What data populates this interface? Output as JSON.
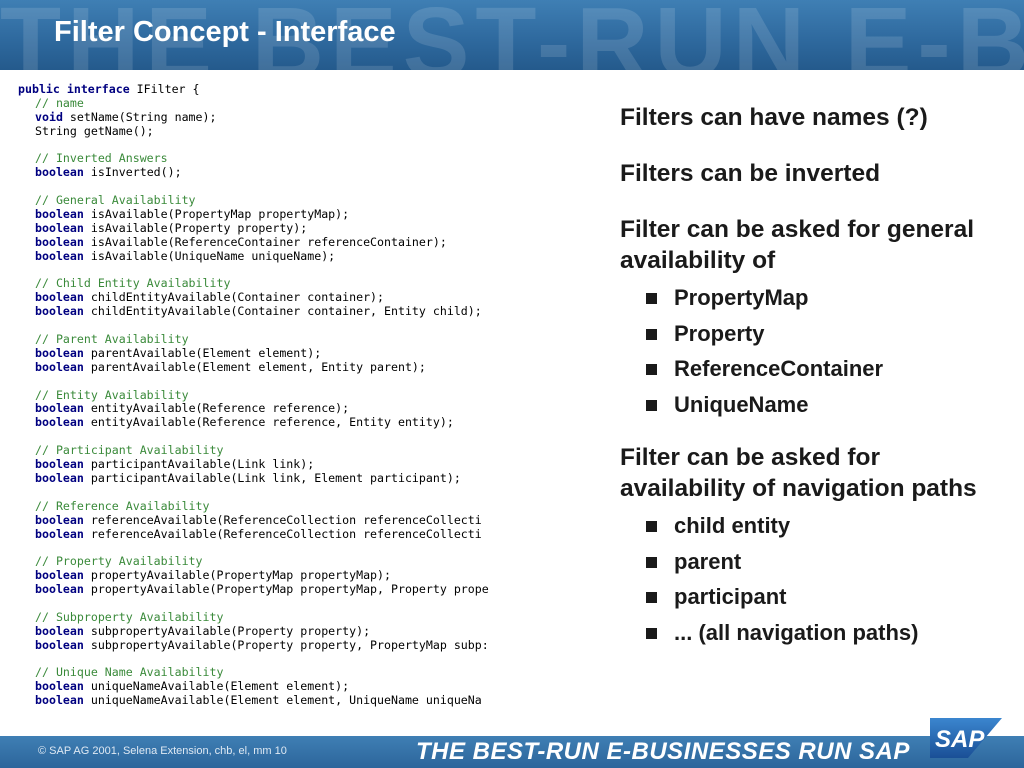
{
  "header": {
    "watermark": "THE BEST-RUN E-BUSINESSES",
    "title": "Filter Concept - Interface"
  },
  "code": {
    "lines": [
      {
        "type": "code",
        "indent": false,
        "keyword": "public interface",
        "rest": " IFilter {"
      },
      {
        "type": "comment",
        "indent": true,
        "text": "// name"
      },
      {
        "type": "code",
        "indent": true,
        "keyword": "void",
        "rest": " setName(String name);"
      },
      {
        "type": "code",
        "indent": true,
        "keyword": "",
        "rest": "String getName();"
      },
      {
        "type": "blank"
      },
      {
        "type": "comment",
        "indent": true,
        "text": "// Inverted Answers"
      },
      {
        "type": "code",
        "indent": true,
        "keyword": "boolean",
        "rest": " isInverted();"
      },
      {
        "type": "blank"
      },
      {
        "type": "comment",
        "indent": true,
        "text": "// General Availability"
      },
      {
        "type": "code",
        "indent": true,
        "keyword": "boolean",
        "rest": " isAvailable(PropertyMap propertyMap);"
      },
      {
        "type": "code",
        "indent": true,
        "keyword": "boolean",
        "rest": " isAvailable(Property property);"
      },
      {
        "type": "code",
        "indent": true,
        "keyword": "boolean",
        "rest": " isAvailable(ReferenceContainer referenceContainer);"
      },
      {
        "type": "code",
        "indent": true,
        "keyword": "boolean",
        "rest": " isAvailable(UniqueName uniqueName);"
      },
      {
        "type": "blank"
      },
      {
        "type": "comment",
        "indent": true,
        "text": "// Child Entity Availability"
      },
      {
        "type": "code",
        "indent": true,
        "keyword": "boolean",
        "rest": " childEntityAvailable(Container container);"
      },
      {
        "type": "code",
        "indent": true,
        "keyword": "boolean",
        "rest": " childEntityAvailable(Container container, Entity child);"
      },
      {
        "type": "blank"
      },
      {
        "type": "comment",
        "indent": true,
        "text": "// Parent Availability"
      },
      {
        "type": "code",
        "indent": true,
        "keyword": "boolean",
        "rest": " parentAvailable(Element element);"
      },
      {
        "type": "code",
        "indent": true,
        "keyword": "boolean",
        "rest": " parentAvailable(Element element, Entity parent);"
      },
      {
        "type": "blank"
      },
      {
        "type": "comment",
        "indent": true,
        "text": "// Entity Availability"
      },
      {
        "type": "code",
        "indent": true,
        "keyword": "boolean",
        "rest": " entityAvailable(Reference reference);"
      },
      {
        "type": "code",
        "indent": true,
        "keyword": "boolean",
        "rest": " entityAvailable(Reference reference, Entity entity);"
      },
      {
        "type": "blank"
      },
      {
        "type": "comment",
        "indent": true,
        "text": "// Participant Availability"
      },
      {
        "type": "code",
        "indent": true,
        "keyword": "boolean",
        "rest": " participantAvailable(Link link);"
      },
      {
        "type": "code",
        "indent": true,
        "keyword": "boolean",
        "rest": " participantAvailable(Link link, Element participant);"
      },
      {
        "type": "blank"
      },
      {
        "type": "comment",
        "indent": true,
        "text": "// Reference Availability"
      },
      {
        "type": "code",
        "indent": true,
        "keyword": "boolean",
        "rest": " referenceAvailable(ReferenceCollection referenceCollecti"
      },
      {
        "type": "code",
        "indent": true,
        "keyword": "boolean",
        "rest": " referenceAvailable(ReferenceCollection referenceCollecti"
      },
      {
        "type": "blank"
      },
      {
        "type": "comment",
        "indent": true,
        "text": "// Property Availability"
      },
      {
        "type": "code",
        "indent": true,
        "keyword": "boolean",
        "rest": " propertyAvailable(PropertyMap propertyMap);"
      },
      {
        "type": "code",
        "indent": true,
        "keyword": "boolean",
        "rest": " propertyAvailable(PropertyMap propertyMap, Property prope"
      },
      {
        "type": "blank"
      },
      {
        "type": "comment",
        "indent": true,
        "text": "// Subproperty Availability"
      },
      {
        "type": "code",
        "indent": true,
        "keyword": "boolean",
        "rest": " subpropertyAvailable(Property property);"
      },
      {
        "type": "code",
        "indent": true,
        "keyword": "boolean",
        "rest": " subpropertyAvailable(Property property, PropertyMap subp:"
      },
      {
        "type": "blank"
      },
      {
        "type": "comment",
        "indent": true,
        "text": "// Unique Name Availability"
      },
      {
        "type": "code",
        "indent": true,
        "keyword": "boolean",
        "rest": " uniqueNameAvailable(Element element);"
      },
      {
        "type": "code",
        "indent": true,
        "keyword": "boolean",
        "rest": " uniqueNameAvailable(Element element, UniqueName uniqueNa"
      }
    ]
  },
  "bullets": {
    "point1": "Filters can have names (?)",
    "point2": "Filters can be inverted",
    "point3": "Filter can be asked for general availability of",
    "point3_items": [
      "PropertyMap",
      "Property",
      "ReferenceContainer",
      "UniqueName"
    ],
    "point4": "Filter can be asked for availability of navigation paths",
    "point4_items": [
      "child entity",
      "parent",
      "participant",
      "... (all navigation paths)"
    ]
  },
  "footer": {
    "copyright": "©  SAP AG 2001, Selena Extension, chb, el, mm  10",
    "slogan": "THE BEST-RUN E-BUSINESSES RUN SAP",
    "logo_text": "SAP"
  },
  "colors": {
    "header_blue": "#2f6a9f",
    "keyword": "#000080",
    "comment": "#3a8a3a",
    "logo_blue": "#1f5fa8"
  }
}
